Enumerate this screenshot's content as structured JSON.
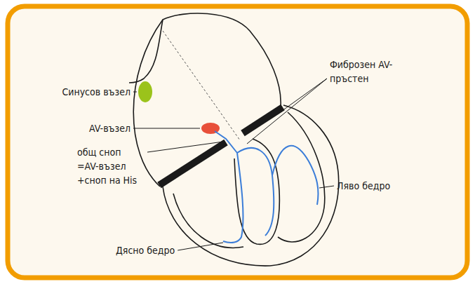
{
  "diagram": {
    "labels": [
      "Синусов възел",
      "AV-възел",
      "общ сноп =AV-възел +сноп на His",
      "Фиброзен AV-пръстен",
      "Ляво бедро",
      "Дясно бедро"
    ]
  }
}
